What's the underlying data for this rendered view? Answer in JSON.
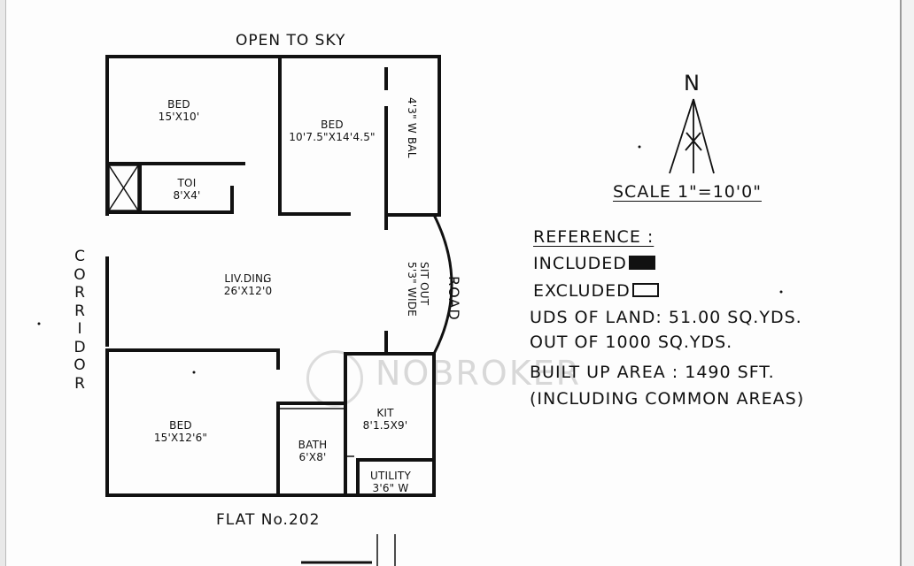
{
  "plan": {
    "top_label": "OPEN TO SKY",
    "bottom_label": "FLAT No.202",
    "corridor_letters": [
      "C",
      "O",
      "R",
      "R",
      "I",
      "D",
      "O",
      "R"
    ],
    "road_label": "ROAD",
    "rooms": {
      "bed1": {
        "name": "BED",
        "size": "15'X10'"
      },
      "bed2": {
        "name": "BED",
        "size": "10'7.5\"X14'4.5\""
      },
      "balcony": {
        "name": "4'3\" W BAL"
      },
      "toilet": {
        "name": "TOI",
        "size": "8'X4'"
      },
      "living": {
        "name": "LIV.DING",
        "size": "26'X12'0"
      },
      "sitout": {
        "name": "SIT OUT",
        "size": "5'3\" WIDE"
      },
      "bed3": {
        "name": "BED",
        "size": "15'X12'6\""
      },
      "bath": {
        "name": "BATH",
        "size": "6'X8'"
      },
      "kitchen": {
        "name": "KIT",
        "size": "8'1.5X9'"
      },
      "utility": {
        "name": "UTILITY",
        "size": "3'6\" W"
      }
    }
  },
  "legend": {
    "north": "N",
    "scale": "SCALE 1\"=10'0\"",
    "reference_title": "REFERENCE :",
    "included": "INCLUDED",
    "excluded": "EXCLUDED",
    "uds_line1": "UDS OF LAND: 51.00 SQ.YDS.",
    "uds_line2": "OUT OF 1000 SQ.YDS.",
    "built_line1": "BUILT UP AREA : 1490 SFT.",
    "built_line2": "(INCLUDING COMMON AREAS)"
  },
  "watermark": "NOBROKER"
}
